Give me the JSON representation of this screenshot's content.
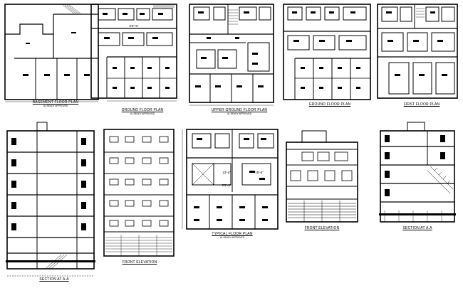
{
  "sheet": {
    "labels": {
      "basement": "BASEMENT FLOOR PLAN",
      "ground": "GROUND FLOOR PLAN",
      "upper_ground": "UPPER GROUND FLOOR PLAN",
      "ground2": "GROUND FLOOR PLAN",
      "first": "FIRST FLOOR PLAN",
      "typical": "TYPICAL FLOOR PLAN",
      "front_elev_1": "FRONT ELEVATION",
      "front_elev_2": "FRONT ELEVATION",
      "section_1": "SECTION AT A.A",
      "section_2": "SECTION AT A.A"
    },
    "notes": {
      "already_approved": "AL READY APPROVED"
    },
    "dims": {
      "d1": "6'6\"-5\"",
      "d2": "5'5\"-6\"",
      "d3": "13'-6\"",
      "d4": "15'-6\""
    }
  }
}
